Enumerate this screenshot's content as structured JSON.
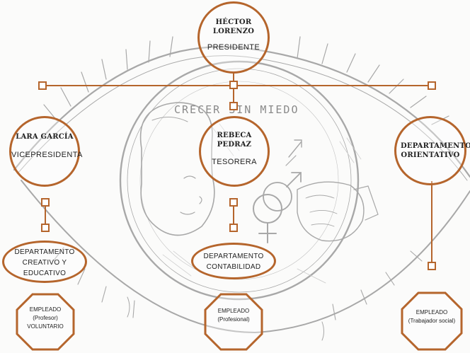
{
  "banner": "CRECER SIN MIEDO",
  "colors": {
    "accent": "#b5652c",
    "pencil": "#9a9a9a"
  },
  "president": {
    "name": "HÉCTOR LORENZO",
    "role": "PRESIDENTE"
  },
  "vicepresident": {
    "name": "LARA GARCÍA",
    "role": "VICEPRESIDENTA"
  },
  "treasurer": {
    "name": "REBECA PEDRAZ",
    "role": "TESORERA"
  },
  "orientation_dept": {
    "name": "DEPARTAMENTO ORIENTATIVO"
  },
  "creative_dept": {
    "label": "DEPARTAMENTO CREATIVO Y EDUCATIVO"
  },
  "accounting_dept": {
    "label": "DEPARTAMENTO CONTABILIDAD"
  },
  "employee_left": {
    "title": "EMPLEADO",
    "detail": "(Profesor) VOLUNTARIO"
  },
  "employee_center": {
    "title": "EMPLEADO",
    "detail": "(Profesional)"
  },
  "employee_right": {
    "title": "EMPLEADO",
    "detail": "(Trabajador social)"
  }
}
